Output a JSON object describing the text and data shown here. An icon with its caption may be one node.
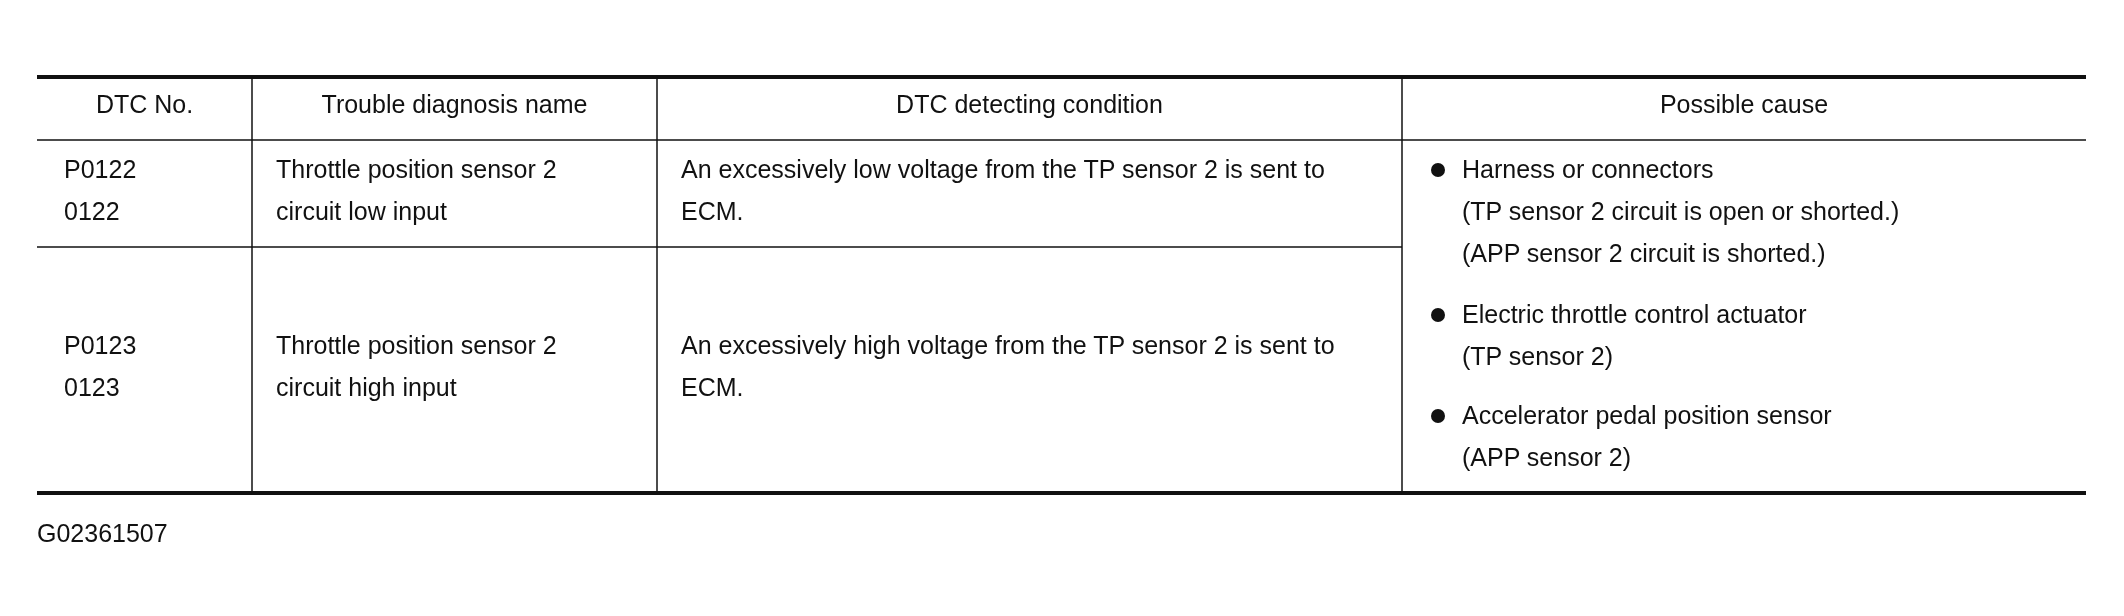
{
  "diagram": {
    "labels": [
      "DTC No.",
      "Trouble diagnosis name",
      "DTC detecting condition",
      "Possible cause",
      "P0122",
      "0122",
      "Throttle position sensor 2 circuit low input",
      "An excessively low voltage from the TP sensor 2 is sent to ECM.",
      "Harness or connectors",
      "(TP sensor 2 circuit is open or shorted.)",
      "(APP sensor 2 circuit is shorted.)",
      "Electric throttle control actuator",
      "(TP sensor 2)",
      "Accelerator pedal position sensor",
      "(APP sensor 2)",
      "P0123",
      "0123",
      "Throttle position sensor 2 circuit high input",
      "An excessively high voltage from the TP sensor 2 is sent to ECM.",
      "G02361507"
    ]
  }
}
